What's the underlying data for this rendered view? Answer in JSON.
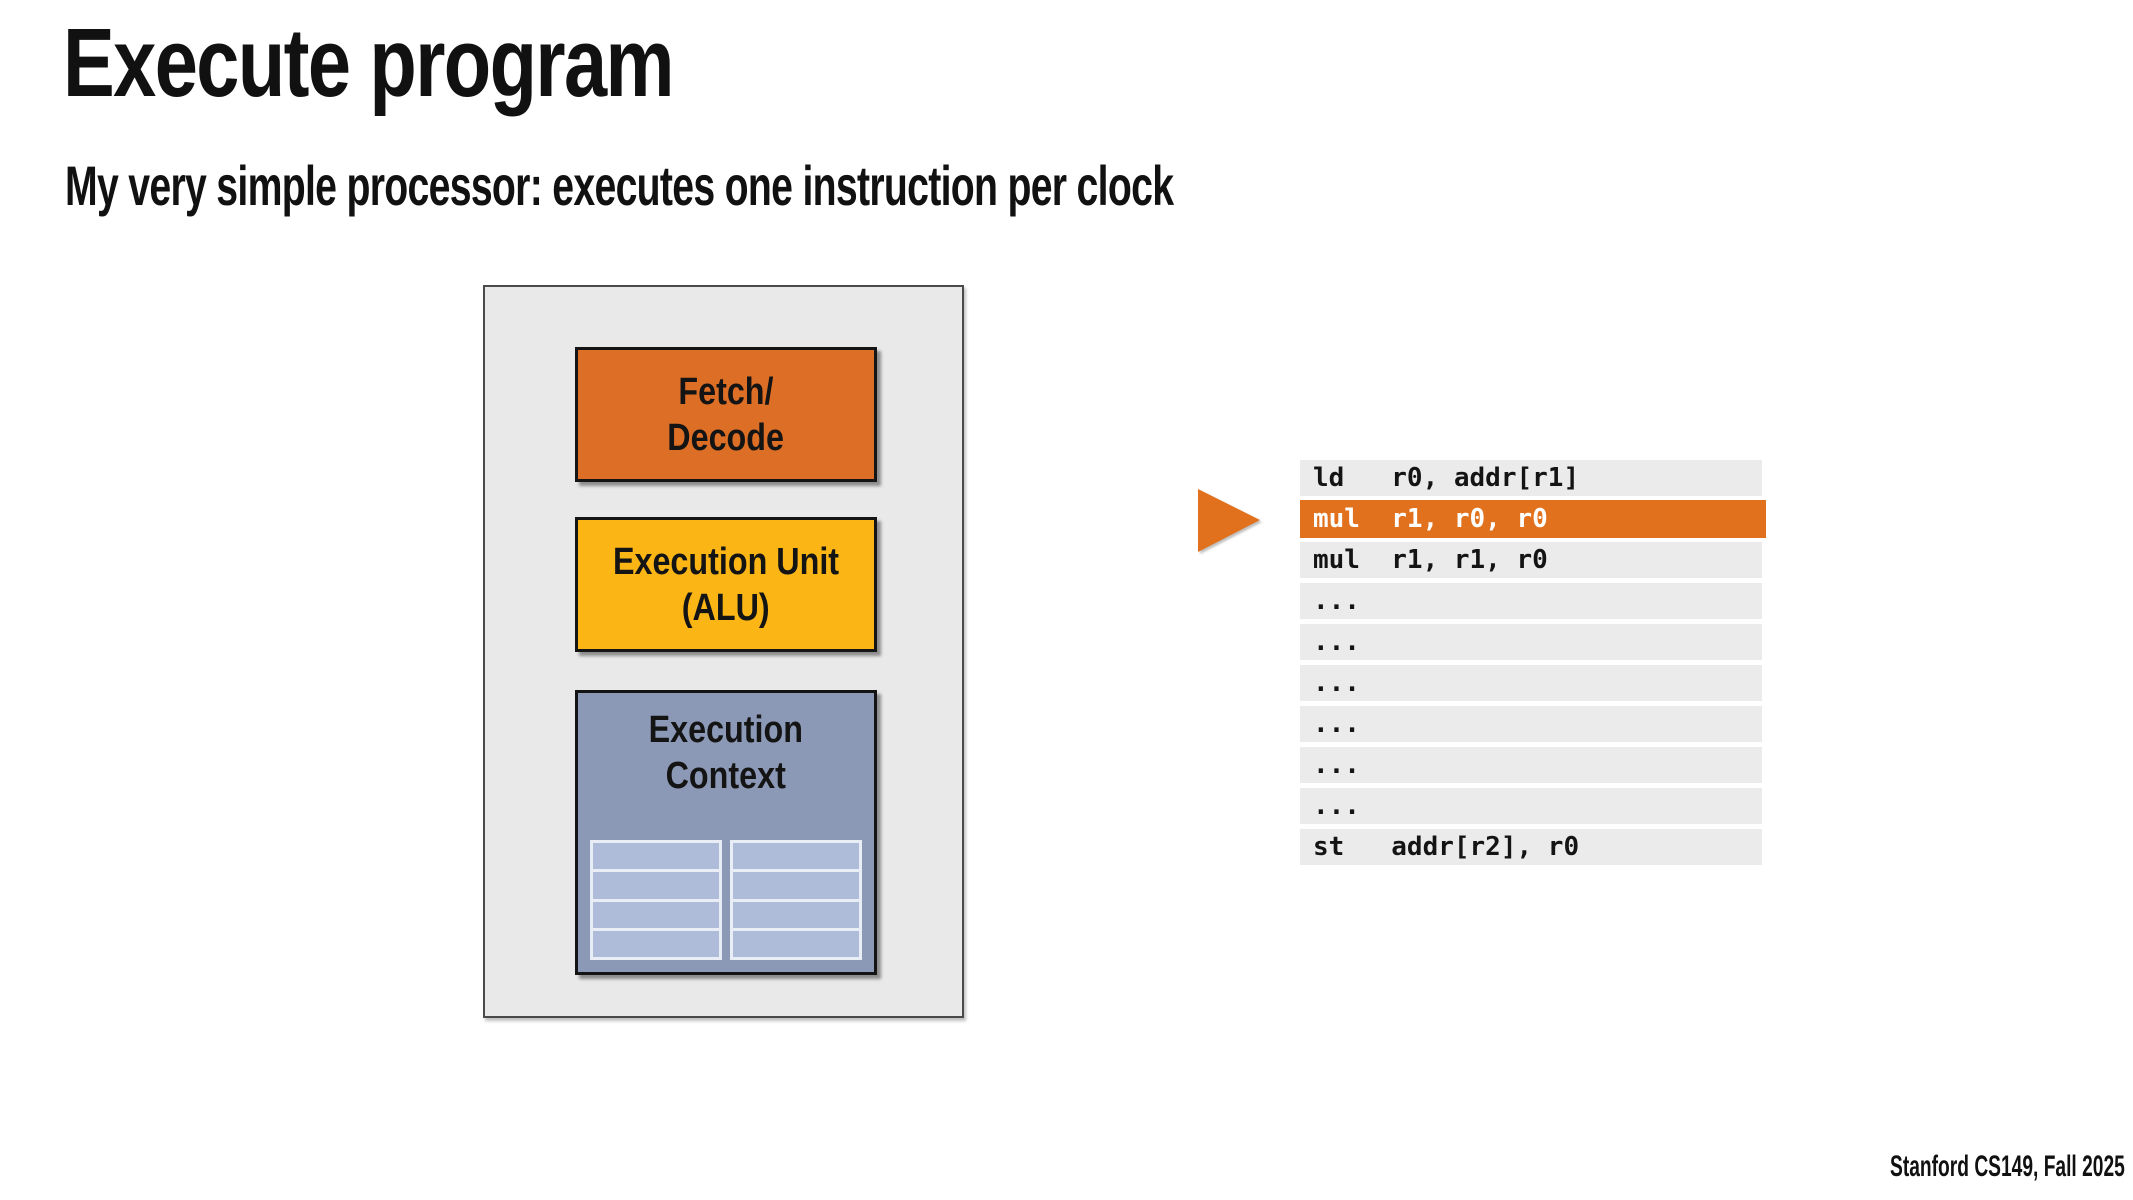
{
  "slide": {
    "title": "Execute program",
    "subtitle": "My very simple processor: executes one instruction per clock",
    "footer": "Stanford CS149, Fall 2025"
  },
  "processor": {
    "fetch_decode": {
      "line1": "Fetch/",
      "line2": "Decode"
    },
    "execution_unit": {
      "line1": "Execution Unit",
      "line2": "(ALU)"
    },
    "execution_context": {
      "line1": "Execution",
      "line2": "Context"
    },
    "register_file": {
      "blocks": 2,
      "rows_per_block": 4
    }
  },
  "program": {
    "current_instruction_index": 1,
    "instructions": [
      {
        "text": "ld   r0, addr[r1]",
        "highlighted": false
      },
      {
        "text": "mul  r1, r0, r0",
        "highlighted": true
      },
      {
        "text": "mul  r1, r1, r0",
        "highlighted": false
      },
      {
        "text": "...",
        "highlighted": false
      },
      {
        "text": "...",
        "highlighted": false
      },
      {
        "text": "...",
        "highlighted": false
      },
      {
        "text": "...",
        "highlighted": false
      },
      {
        "text": "...",
        "highlighted": false
      },
      {
        "text": "...",
        "highlighted": false
      },
      {
        "text": "st   addr[r2], r0",
        "highlighted": false
      }
    ]
  },
  "colors": {
    "accent-orange": "#E2711D",
    "block-orange": "#DC6E26",
    "block-yellow": "#FBB616",
    "block-blue": "#8C99B6",
    "register-blue": "#AEBBD9",
    "register-border": "#E9EDF6",
    "panel-gray": "#E9E9E9",
    "row-gray": "#EBEBEB",
    "text-black": "#111111"
  }
}
